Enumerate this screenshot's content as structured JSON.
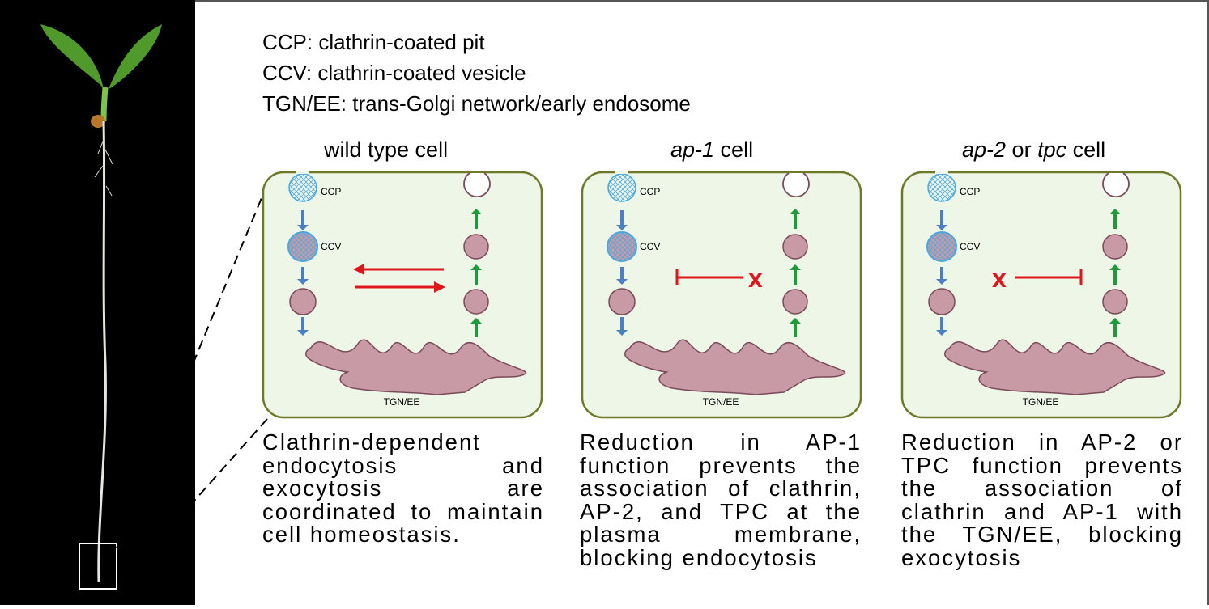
{
  "legend": [
    "CCP: clathrin-coated pit",
    "CCV: clathrin-coated vesicle",
    "TGN/EE: trans-Golgi network/early endosome"
  ],
  "panels": [
    {
      "title": "wild type cell",
      "title_italic": "",
      "title_rest": "",
      "ccp_label": "CCP",
      "ccv_label": "CCV",
      "tgn_label": "TGN/EE",
      "description": "Clathrin-dependent endocytosis and exocytosis are coordinated to maintain cell homeostasis."
    },
    {
      "title": "",
      "title_italic": "ap-1",
      "title_rest": " cell",
      "ccp_label": "CCP",
      "ccv_label": "CCV",
      "tgn_label": "TGN/EE",
      "block_mark": "x",
      "description": "Reduction in AP-1 function prevents the association of clathrin, AP-2, and TPC at the plasma membrane, blocking endocytosis"
    },
    {
      "title": "",
      "title_italic": "ap-2",
      "title_mid": " or ",
      "title_italic2": "tpc",
      "title_rest": " cell",
      "ccp_label": "CCP",
      "ccv_label": "CCV",
      "tgn_label": "TGN/EE",
      "block_mark": "x",
      "description": "Reduction in AP-2 or TPC function prevents the association of clathrin and AP-1 with the TGN/EE, blocking exocytosis"
    }
  ],
  "colors": {
    "cell_fill": "#eef6e8",
    "cell_border": "#6e7a28",
    "vesicle_fill": "#c79aa6",
    "vesicle_stroke": "#7a4a5a",
    "clathrin": "#4aa8e0",
    "endo_arrow": "#4a7fc4",
    "exo_arrow": "#1e9a3a",
    "block_red": "#e0151b"
  }
}
